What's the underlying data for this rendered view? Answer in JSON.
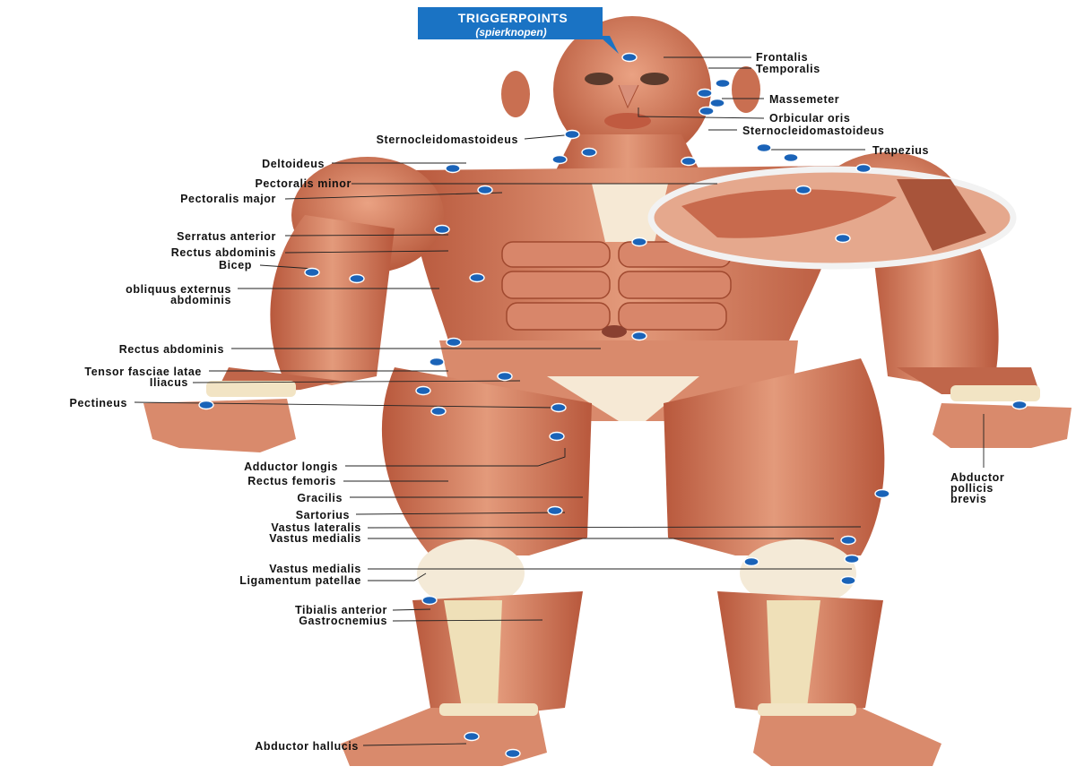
{
  "banner": {
    "title": "TRIGGERPOINTS",
    "subtitle": "(spierknopen)",
    "color": "#1a73c4"
  },
  "colors": {
    "muscle": "#d98a6c",
    "muscle_dark": "#b8583c",
    "tendon": "#f2e4c4",
    "trigger_point": "#1a63b8"
  },
  "labels": {
    "frontalis": "Frontalis",
    "temporalis": "Temporalis",
    "massemeter": "Massemeter",
    "orbicular_oris": "Orbicular oris",
    "scm_right": "Sternocleidomastoideus",
    "trapezius": "Trapezius",
    "scm_left": "Sternocleidomastoideus",
    "deltoideus": "Deltoideus",
    "pectoralis_minor": "Pectoralis minor",
    "pectoralis_major": "Pectoralis major",
    "serratus_anterior": "Serratus anterior",
    "rectus_abdominis_1": "Rectus abdominis",
    "bicep": "Bicep",
    "obliquus_1": "obliquus externus",
    "obliquus_2": "abdominis",
    "rectus_abdominis_2": "Rectus abdominis",
    "tensor_fasciae": "Tensor fasciae latae",
    "iliacus": "Iliacus",
    "pectineus": "Pectineus",
    "adductor_longis": "Adductor longis",
    "rectus_femoris": "Rectus femoris",
    "gracilis": "Gracilis",
    "sartorius": "Sartorius",
    "vastus_lateralis": "Vastus lateralis",
    "vastus_medialis_1": "Vastus medialis",
    "vastus_medialis_2": "Vastus medialis",
    "ligamentum": "Ligamentum patellae",
    "tibialis": "Tibialis anterior",
    "gastrocnemius": "Gastrocnemius",
    "abductor_hallucis": "Abductor hallucis",
    "abductor_pollicis_1": "Abductor",
    "abductor_pollicis_2": "pollicis",
    "abductor_pollicis_3": "brevis"
  }
}
